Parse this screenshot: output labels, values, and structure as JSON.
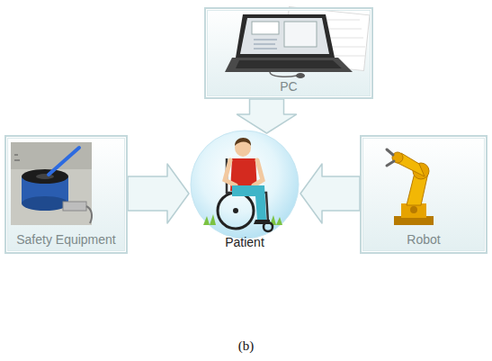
{
  "diagram": {
    "caption": "(b)",
    "nodes": [
      {
        "text": [
          "PC"
        ]
      },
      {
        "text": [
          "Safety Equipment"
        ]
      },
      {
        "text": [
          "Patient"
        ]
      },
      {
        "text": [
          "Robot"
        ]
      }
    ],
    "edges": [
      {
        "from": 0,
        "to": 2,
        "arrow": "to"
      },
      {
        "from": 1,
        "to": 2,
        "arrow": "to"
      },
      {
        "from": 3,
        "to": 2,
        "arrow": "to"
      }
    ]
  }
}
